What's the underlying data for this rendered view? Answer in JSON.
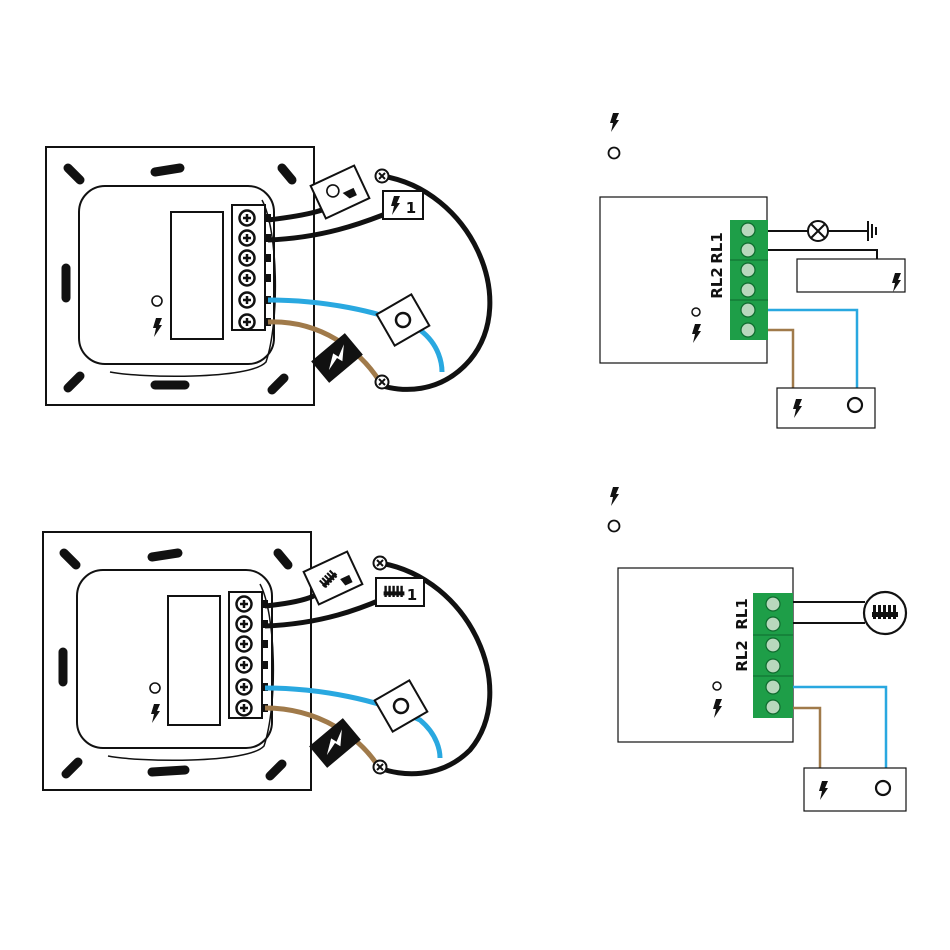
{
  "diagram_1": {
    "relay_label_1": "RL1",
    "relay_label_2": "RL2",
    "badge_text": "1",
    "legend": [
      "live-bolt-icon",
      "neutral-circle-icon"
    ],
    "load": "lamp-icon",
    "earth": "earth-ground-icon"
  },
  "diagram_2": {
    "relay_label_1": "RL1",
    "relay_label_2": "RL2",
    "badge_text": "1",
    "legend": [
      "live-bolt-icon",
      "neutral-circle-icon"
    ],
    "load": "heater-icon"
  },
  "colors": {
    "neutral_wire": "#29a8e0",
    "live_wire": "#a07a4a",
    "terminal_green": "#1e9e48",
    "terminal_light": "#b8d8bd",
    "outline": "#111111"
  }
}
